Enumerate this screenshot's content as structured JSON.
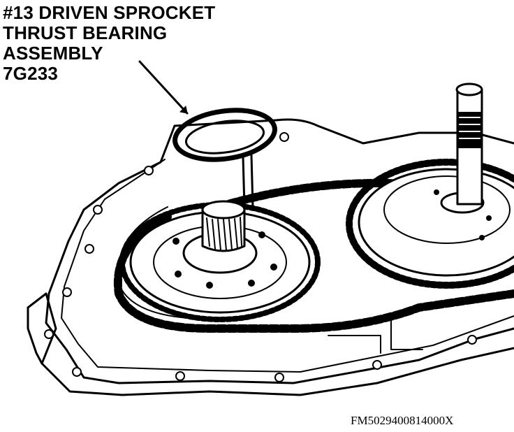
{
  "callout": {
    "line1": "#13 DRIVEN SPROCKET",
    "line2": "THRUST BEARING",
    "line3": "ASSEMBLY",
    "line4": "7G233"
  },
  "figure_id": "FM5029400814000X",
  "colors": {
    "ink": "#000000",
    "paper": "#ffffff"
  }
}
